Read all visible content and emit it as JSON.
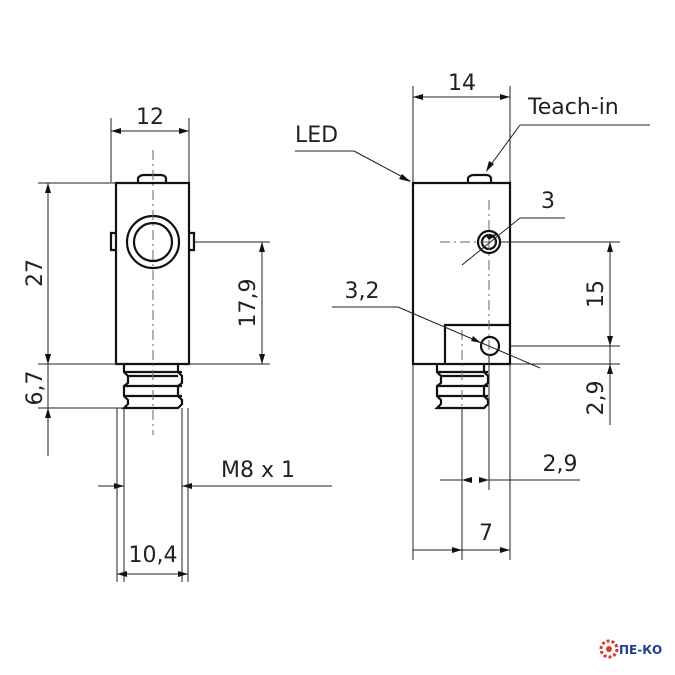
{
  "left_view": {
    "dims": {
      "width_top": "12",
      "height_total": "27",
      "height_to_lens": "17,9",
      "connector_length": "6,7",
      "thread": "M8 x 1",
      "connector_width": "10,4"
    }
  },
  "right_view": {
    "dims": {
      "width_top": "14",
      "hole_upper_dia": "3",
      "hole_lower_dia": "3,2",
      "hole_spacing": "15",
      "hole_lower_offset": "2,9",
      "hole_horizontal": "2,9",
      "connector_offset": "7"
    },
    "labels": {
      "led": "LED",
      "teach_in": "Teach-in"
    }
  },
  "watermark": {
    "text": "ПЕ-КО",
    "gear_color": "#d9382b",
    "text_color": "#1f3f8f"
  }
}
